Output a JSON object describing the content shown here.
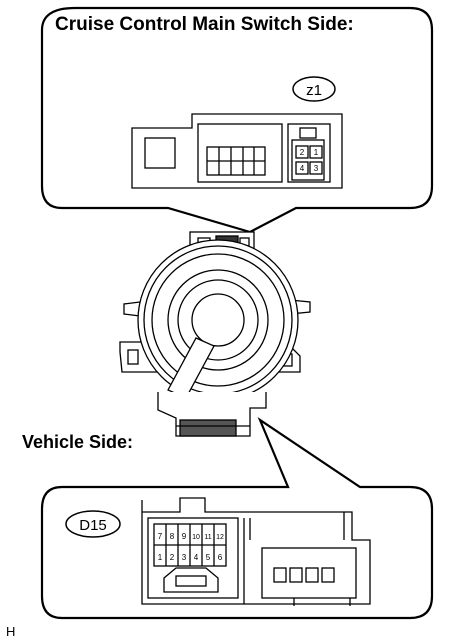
{
  "labels": {
    "top_callout_title": "Cruise Control Main Switch Side:",
    "bottom_callout_title": "Vehicle Side:",
    "corner_mark": "H"
  },
  "connector_z1": {
    "id": "z1",
    "pins": [
      "2",
      "1",
      "4",
      "3"
    ]
  },
  "connector_d15": {
    "id": "D15",
    "pins_top": [
      "7",
      "8",
      "9",
      "10",
      "11",
      "12"
    ],
    "pins_bottom": [
      "1",
      "2",
      "3",
      "4",
      "5",
      "6"
    ]
  }
}
